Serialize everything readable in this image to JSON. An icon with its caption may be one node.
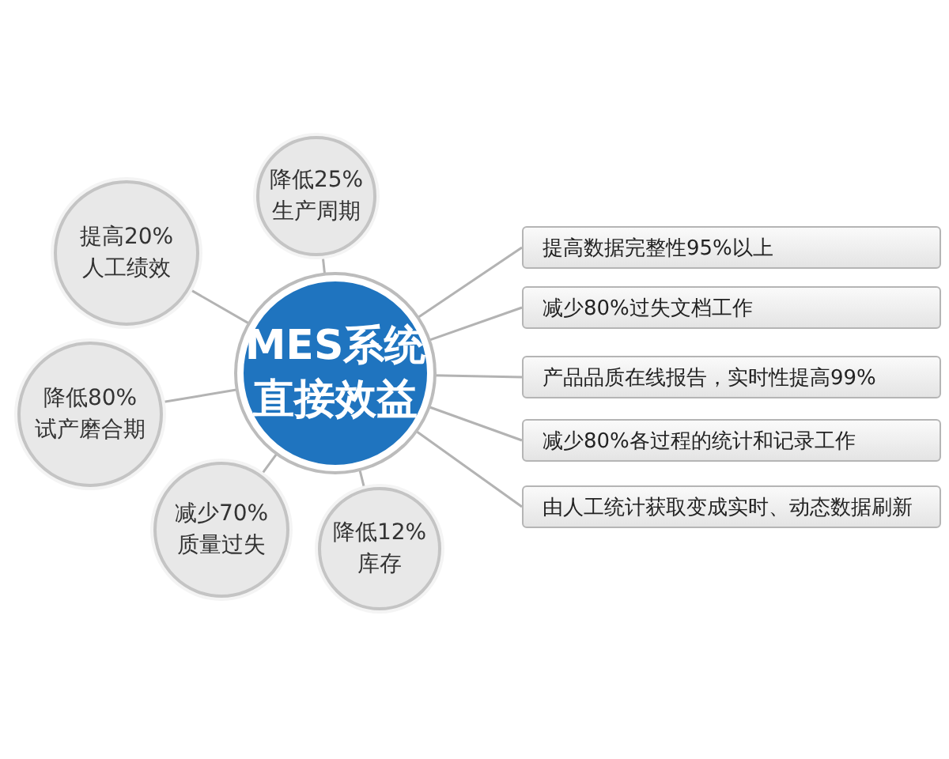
{
  "diagram": {
    "nodes": [
      {
        "text": [
          "MES系统直接效益"
        ]
      },
      {
        "text": [
          "降低25%生产周期"
        ]
      },
      {
        "text": [
          "提高20%人工绩效"
        ]
      },
      {
        "text": [
          "降低80%试产磨合期"
        ]
      },
      {
        "text": [
          "减少70%质量过失"
        ]
      },
      {
        "text": [
          "降低12%库存"
        ]
      },
      {
        "text": [
          "提高数据完整性95%以上"
        ]
      },
      {
        "text": [
          "减少80%过失文档工作"
        ]
      },
      {
        "text": [
          "产品品质在线报告，实时性提高99%"
        ]
      },
      {
        "text": [
          "减少80%各过程的统计和记录工作"
        ]
      },
      {
        "text": [
          "由人工统计获取变成实时、动态数据刷新"
        ]
      }
    ],
    "edges": [
      {
        "from": 0,
        "to": 1,
        "arrow": "none"
      },
      {
        "from": 0,
        "to": 2,
        "arrow": "none"
      },
      {
        "from": 0,
        "to": 3,
        "arrow": "none"
      },
      {
        "from": 0,
        "to": 4,
        "arrow": "none"
      },
      {
        "from": 0,
        "to": 5,
        "arrow": "none"
      },
      {
        "from": 0,
        "to": 6,
        "arrow": "none"
      },
      {
        "from": 0,
        "to": 7,
        "arrow": "none"
      },
      {
        "from": 0,
        "to": 8,
        "arrow": "none"
      },
      {
        "from": 0,
        "to": 9,
        "arrow": "none"
      },
      {
        "from": 0,
        "to": 10,
        "arrow": "none"
      }
    ]
  }
}
